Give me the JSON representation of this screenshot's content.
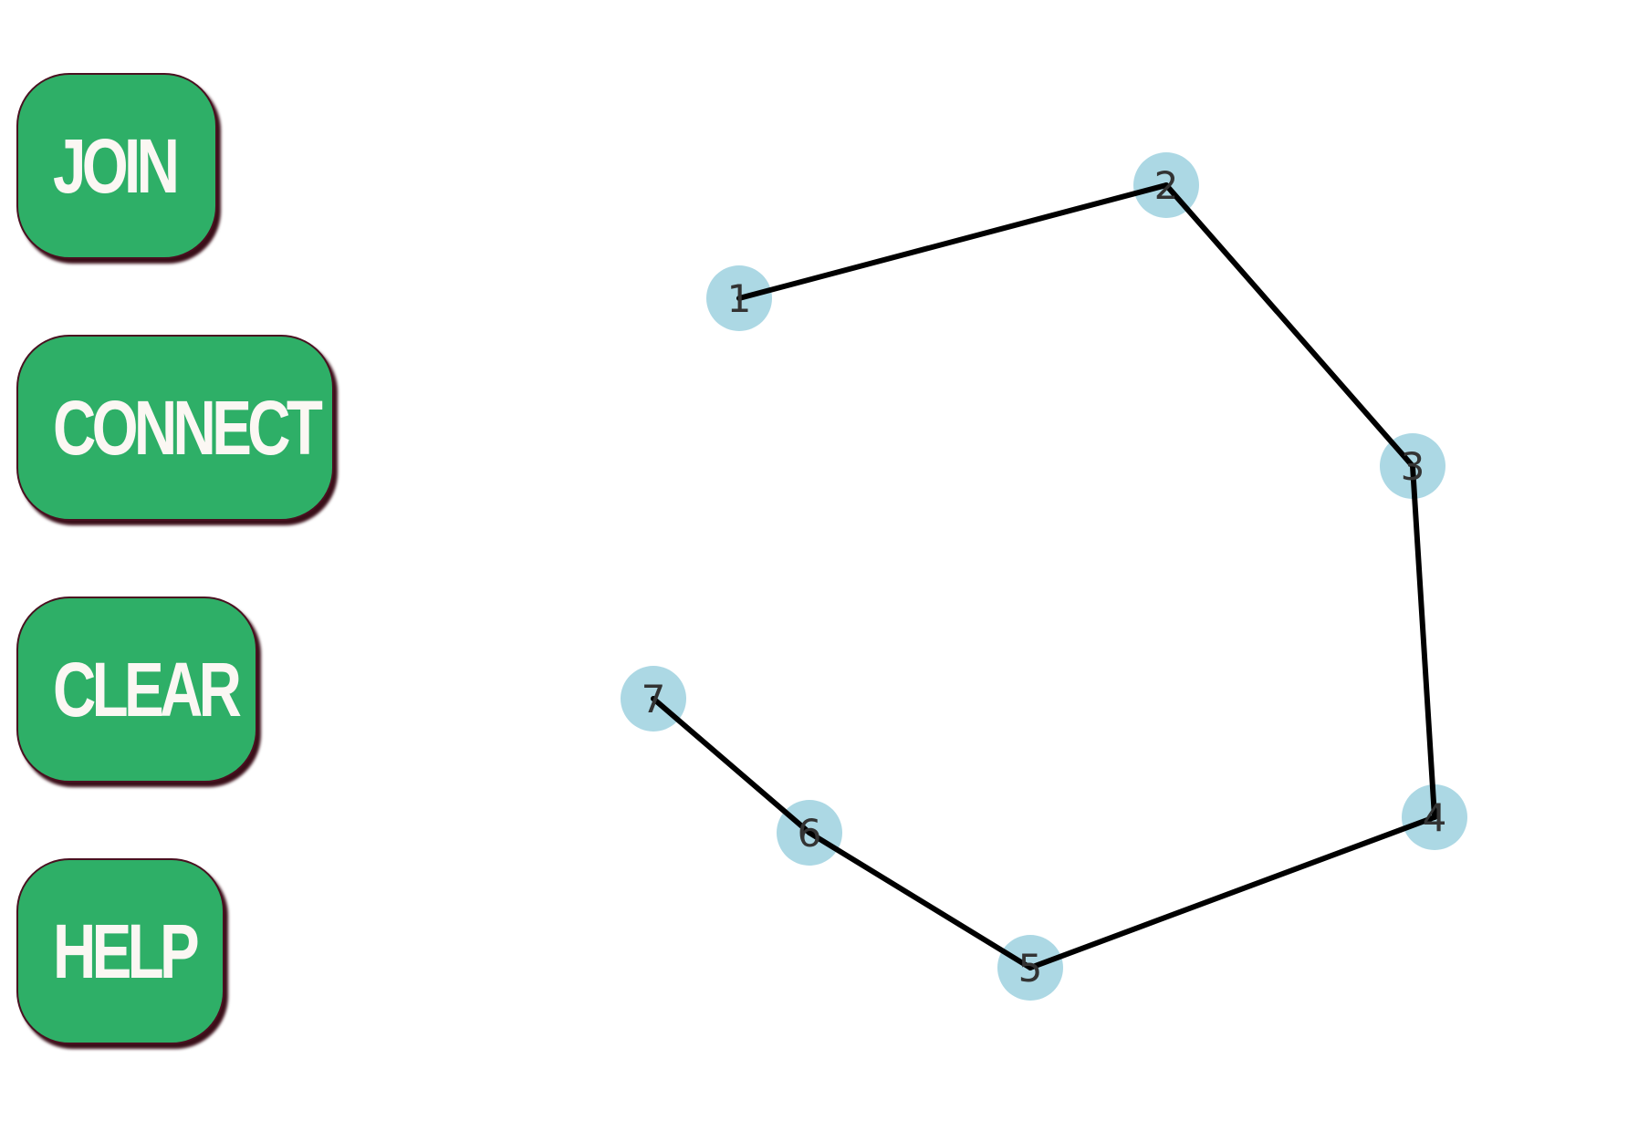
{
  "sidebar": {
    "button_color": "#2eaf67",
    "button_text_color": "#fbf7f3",
    "buttons": [
      {
        "id": "join",
        "label": "JOIN"
      },
      {
        "id": "connect",
        "label": "CONNECT"
      },
      {
        "id": "clear",
        "label": "CLEAR"
      },
      {
        "id": "help",
        "label": "HELP"
      }
    ]
  },
  "graph": {
    "node_color": "#acd8e4",
    "edge_color": "#000000",
    "nodes": [
      {
        "id": "n1",
        "label": "1"
      },
      {
        "id": "n2",
        "label": "2"
      },
      {
        "id": "n3",
        "label": "3"
      },
      {
        "id": "n4",
        "label": "4"
      },
      {
        "id": "n5",
        "label": "5"
      },
      {
        "id": "n6",
        "label": "6"
      },
      {
        "id": "n7",
        "label": "7"
      }
    ],
    "edges": [
      [
        "1",
        "2"
      ],
      [
        "2",
        "3"
      ],
      [
        "3",
        "4"
      ],
      [
        "4",
        "5"
      ],
      [
        "5",
        "6"
      ],
      [
        "6",
        "7"
      ]
    ]
  }
}
